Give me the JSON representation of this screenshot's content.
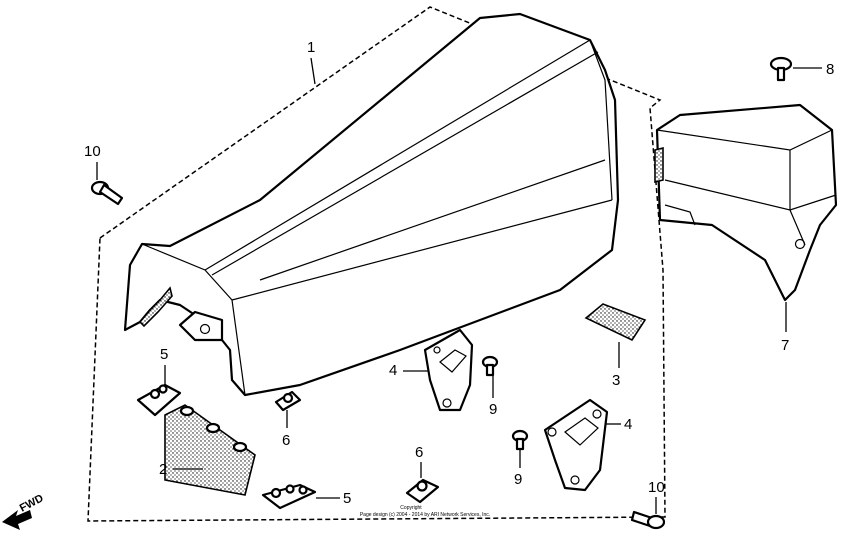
{
  "callouts": {
    "c1": "1",
    "c2": "2",
    "c3": "3",
    "c4a": "4",
    "c4b": "4",
    "c5a": "5",
    "c5b": "5",
    "c6a": "6",
    "c6b": "6",
    "c7": "7",
    "c8": "8",
    "c9a": "9",
    "c9b": "9",
    "c10a": "10",
    "c10b": "10"
  },
  "direction_label": "FWD",
  "copyright_line1": "Copyright",
  "copyright_line2": "Page design (c) 2004 - 2014 by ARI Network Services, Inc."
}
